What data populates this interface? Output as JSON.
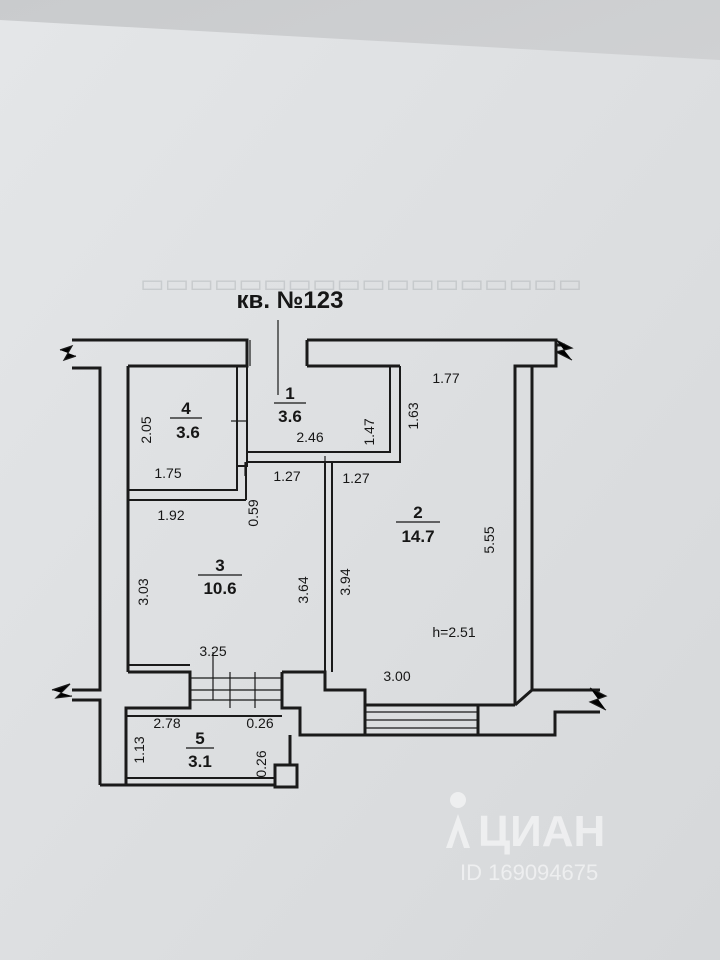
{
  "plan": {
    "title": "кв. №123",
    "ceiling_height": "h=2.51"
  },
  "rooms": [
    {
      "number": "1",
      "area": "3.6"
    },
    {
      "number": "2",
      "area": "14.7"
    },
    {
      "number": "3",
      "area": "10.6"
    },
    {
      "number": "4",
      "area": "3.6"
    },
    {
      "number": "5",
      "area": "3.1"
    }
  ],
  "dimensions": {
    "r1_width": "2.46",
    "r1_left_depth": "1.47",
    "r1_right_depth": "1.63",
    "r1_bottom_left": "1.27",
    "r1_bottom_right": "1.27",
    "r2_top": "1.77",
    "r2_height": "5.55",
    "r2_left": "3.94",
    "r2_bottom": "3.00",
    "r3_top": "1.92",
    "r3_offset": "0.59",
    "r3_left": "3.03",
    "r3_right": "3.64",
    "r3_bottom": "3.25",
    "r4_height": "2.05",
    "r4_width": "1.75",
    "r5_width": "2.78",
    "r5_height": "1.13",
    "r5_notch_top": "0.26",
    "r5_notch_side": "0.26"
  },
  "watermark": {
    "brand": "ЦИАН",
    "listing_id": "ID 169094675"
  }
}
